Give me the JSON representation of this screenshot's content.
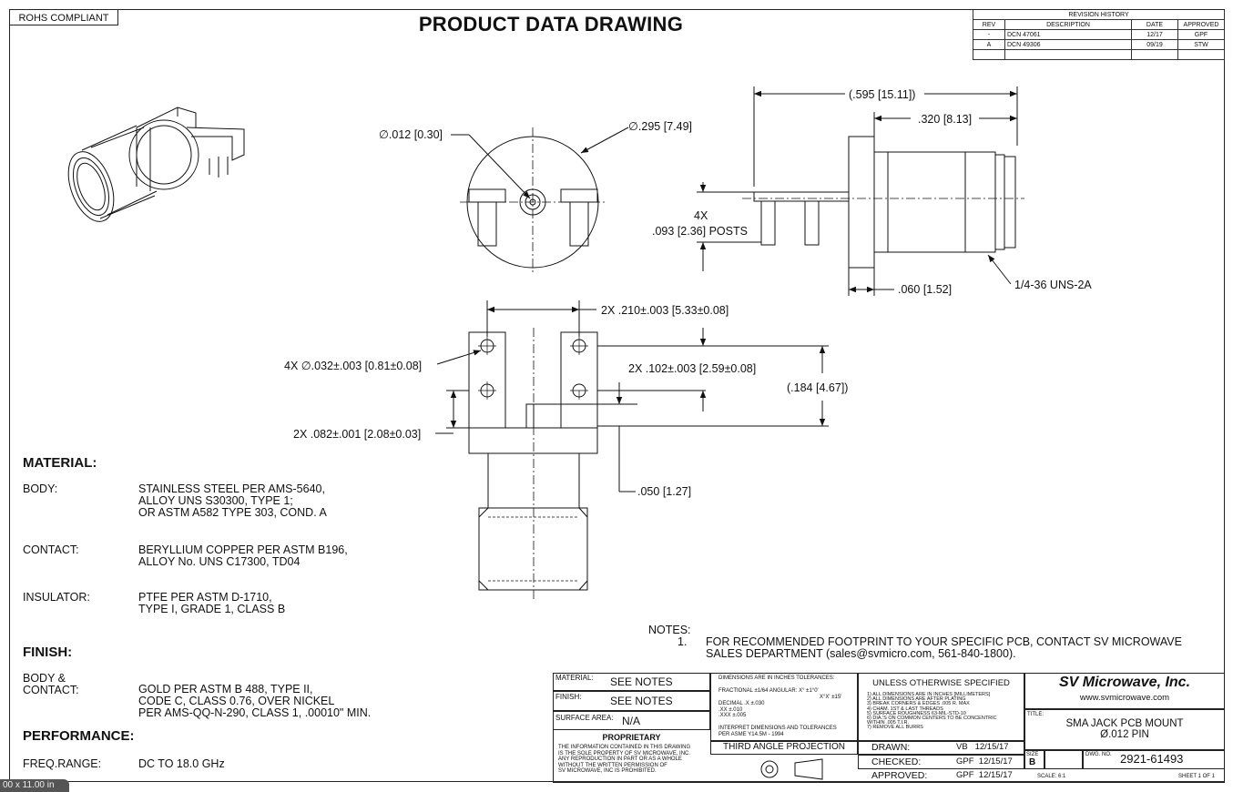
{
  "header": {
    "rohs": "ROHS COMPLIANT",
    "title": "PRODUCT DATA DRAWING"
  },
  "revision_history": {
    "caption": "REVISION HISTORY",
    "columns": [
      "REV",
      "DESCRIPTION",
      "DATE",
      "APPROVED"
    ],
    "rows": [
      [
        "-",
        "DCN 47061",
        "12/17",
        "GPF"
      ],
      [
        "A",
        "DCN 49306",
        "09/19",
        "STW"
      ],
      [
        "",
        "",
        "",
        ""
      ]
    ]
  },
  "dimensions": {
    "pin_dia": ".012",
    "pin_dia_mm": "0.30",
    "body_dia": ".295",
    "body_dia_mm": "7.49",
    "overall_len": ".595",
    "overall_len_mm": "15.11",
    "thread_len": ".320",
    "thread_len_mm": "8.13",
    "posts_count": "4X",
    "posts": ".093",
    "posts_mm": "2.36",
    "posts_suffix": "POSTS",
    "flange": ".060",
    "flange_mm": "1.52",
    "thread_spec": "1/4-36 UNS-2A",
    "spacing": "2X .210±.003",
    "spacing_mm": "5.33±0.08",
    "hole_dia": "4X ∅.032±.003",
    "hole_dia_mm": "0.81±0.08",
    "hole_pitch": "2X .102±.003",
    "hole_pitch_mm": "2.59±0.08",
    "height": ".184",
    "height_mm": "4.67",
    "edge": "2X .082±.001",
    "edge_mm": "2.08±0.03",
    "pin_offset": ".050",
    "pin_offset_mm": "1.27"
  },
  "material": {
    "heading": "MATERIAL:",
    "items": [
      {
        "label": "BODY:",
        "value": "STAINLESS STEEL PER AMS-5640,\nALLOY UNS S30300, TYPE 1;\nOR ASTM A582 TYPE 303, COND. A"
      },
      {
        "label": "CONTACT:",
        "value": "BERYLLIUM COPPER PER ASTM B196,\nALLOY No. UNS C17300, TD04"
      },
      {
        "label": "INSULATOR:",
        "value": "PTFE PER ASTM D-1710,\nTYPE I, GRADE 1, CLASS B"
      }
    ]
  },
  "finish": {
    "heading": "FINISH:",
    "label": "BODY &\nCONTACT:",
    "value": "GOLD PER ASTM B 488, TYPE II,\nCODE C, CLASS 0.76, OVER NICKEL\nPER AMS-QQ-N-290, CLASS 1, .00010\" MIN."
  },
  "performance": {
    "heading": "PERFORMANCE:",
    "label": "FREQ.RANGE:",
    "value": "DC TO 18.0 GHz"
  },
  "notes": {
    "heading": "NOTES:",
    "num": "1.",
    "text": "FOR RECOMMENDED FOOTPRINT TO YOUR SPECIFIC PCB, CONTACT SV MICROWAVE\nSALES DEPARTMENT (sales@svmicro.com, 561-840-1800)."
  },
  "title_block": {
    "material_label": "MATERIAL:",
    "material_value": "SEE NOTES",
    "finish_label": "FINISH:",
    "finish_value": "SEE NOTES",
    "surface_label": "SURFACE AREA:",
    "surface_value": "N/A",
    "proprietary": "PROPRIETARY",
    "proprietary_text": "THE INFORMATION CONTAINED IN THIS DRAWING\nIS THE SOLE PROPERTY OF SV MICROWAVE, INC.\nANY REPRODUCTION IN PART OR AS A WHOLE\nWITHOUT THE WRITTEN PERMISSION OF\nSV MICROWAVE, INC IS PROHIBITED.",
    "tol_head": "DIMENSIONS ARE IN INCHES TOLERANCES:",
    "tol_frac": "FRACTIONAL  ±1/64    ANGULAR: X°   ±1°0'",
    "tol_ang2": "X°X'  ±15'",
    "tol_dec": "DECIMAL  .X      ±.030\n.XX     ±.010\n.XXX   ±.005",
    "interpret": "INTERPRET DIMENSIONS AND TOLERANCES\nPER ASME Y14.5M - 1994",
    "projection": "THIRD ANGLE PROJECTION",
    "unless": "UNLESS OTHERWISE SPECIFIED",
    "unless_list": "1) ALL DIMENSIONS ARE IN INCHES [MILLIMETERS]\n2) ALL DIMENSIONS ARE AFTER PLATING\n3) BREAK CORNERS & EDGES .005 R. MAX\n4) CHAM. 1ST & LAST THREADS\n5) SURFACE ROUGHNESS 63-MIL-STD-10\n6) DIA.'S ON COMMON CENTERS TO BE CONCENTRIC\n    WITHIN .005 T.I.R.\n7) REMOVE ALL BURRS",
    "drawn_label": "DRAWN:",
    "drawn_value": "VB   12/15/17",
    "checked_label": "CHECKED:",
    "checked_value": "GPF  12/15/17",
    "approved_label": "APPROVED:",
    "approved_value": "GPF  12/15/17",
    "company": "SV Microwave, Inc.",
    "website": "www.svmicrowave.com",
    "title_label": "TITLE:",
    "title_value": "SMA JACK PCB MOUNT\nØ.012 PIN",
    "size_label": "SIZE",
    "size_value": "B",
    "dwg_label": "DWG. NO.",
    "dwg_value": "2921-61493",
    "scale": "SCALE:  6:1",
    "sheet": "SHEET 1 OF 1"
  },
  "page_badge": "00 x 11.00 in"
}
